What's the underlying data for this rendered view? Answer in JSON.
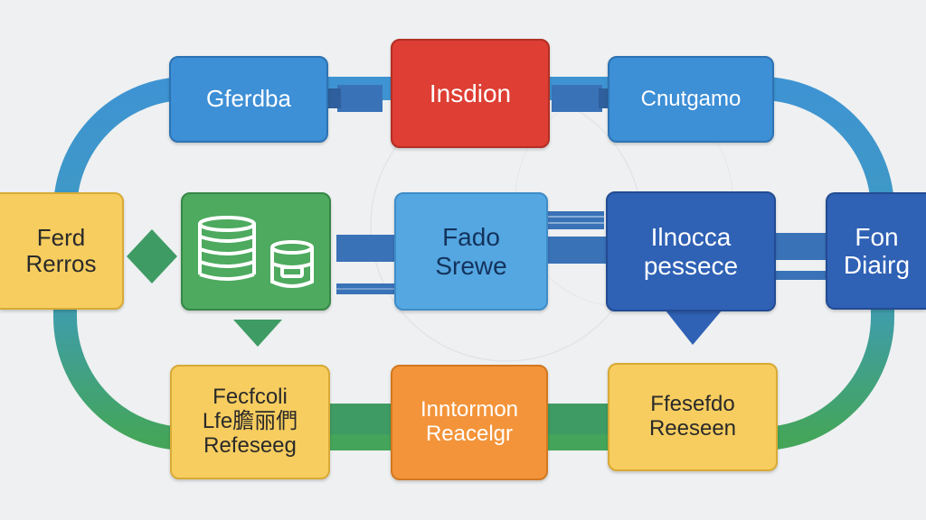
{
  "diagram": {
    "nodes": {
      "top_left": {
        "lines": [
          "Gferdba"
        ]
      },
      "top_center": {
        "lines": [
          "Insdion"
        ]
      },
      "top_right": {
        "lines": [
          "Cnutgamo"
        ]
      },
      "left": {
        "lines": [
          "Ferd",
          "Rerros"
        ]
      },
      "center": {
        "lines": [
          "Fado",
          "Srewe"
        ]
      },
      "right_center": {
        "lines": [
          "Ilnocca",
          "pessece"
        ]
      },
      "right": {
        "lines": [
          "Fon",
          "Diairg"
        ]
      },
      "bottom_left": {
        "lines": [
          "Fecfcoli",
          "Lfe膽丽們",
          "Refeseeg"
        ]
      },
      "bottom_center": {
        "lines": [
          "Inntormon",
          "Reacelgr"
        ]
      },
      "bottom_right": {
        "lines": [
          "Ffesefdo",
          "Reeseen"
        ]
      }
    },
    "colors": {
      "background": "#eef0f1",
      "loop_blue": "#3e94d2",
      "loop_green": "#44a55a",
      "connector": "#3a72b8",
      "connector_green": "#3e9b64",
      "database_node": "#4daa5f"
    },
    "icons": [
      "database-stack-icon",
      "database-cylinder-icon"
    ]
  }
}
